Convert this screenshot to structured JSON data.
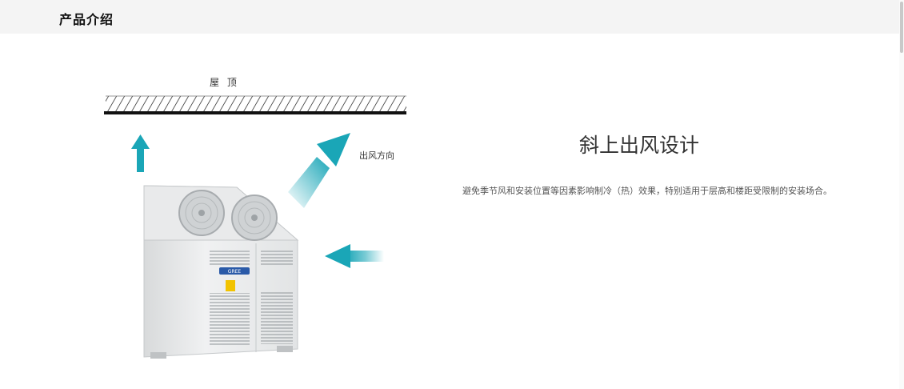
{
  "header": {
    "title": "产品介绍"
  },
  "diagram": {
    "roof_label": "屋 顶",
    "wind_direction_label": "出风方向",
    "unit_logo_text": "GREE"
  },
  "feature": {
    "title": "斜上出风设计",
    "description": "避免季节风和安装位置等因素影响制冷（热）效果，特别适用于层高和楼距受限制的安装场合。"
  },
  "colors": {
    "accent": "#1aa6b7",
    "header_bg": "#f4f4f4"
  }
}
